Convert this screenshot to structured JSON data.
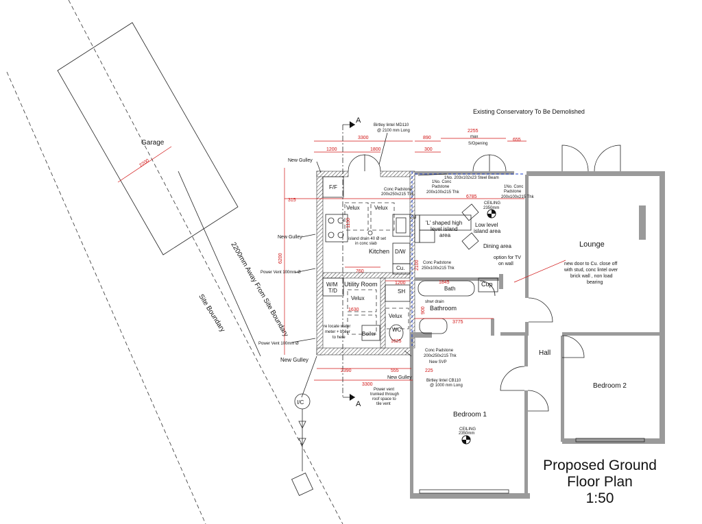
{
  "rooms": {
    "garage": "Garage",
    "kitchen": "Kitchen",
    "utility": "Utility Room",
    "bath": "Bath",
    "bathroom": "Bathroom",
    "boiler": "Boiler",
    "wc": "WC",
    "lounge": "Lounge",
    "hall": "Hall",
    "bedroom1": "Bedroom 1",
    "bedroom2": "Bedroom 2",
    "ff": "F/F",
    "dw": "D/W",
    "cu1": "Cu",
    "cu2": "Cu.",
    "cup": "Cup",
    "wm": "W/M",
    "td": "T/D",
    "sh": "SH",
    "dining": "Dining area"
  },
  "labels": {
    "existing_conservatory": "Existing Conservatory To Be Demolished",
    "lintel_top_1": "Birtley lintel MD110",
    "lintel_top_2": "@ 2100 mm Long",
    "max_1": "max",
    "max_2": "S/Opening",
    "steel_beam": "1No. 203x102x23 Steel Beam",
    "padstone_a_1": "1No. Conc",
    "padstone_a_2": "Padstone",
    "padstone_a_3": "200x100x215 Thk",
    "padstone_b_1": "1No. Conc",
    "padstone_b_2": "Padstone",
    "padstone_b_3": "200x100x215 Thk",
    "padstone_c_1": "Conc Padstone",
    "padstone_c_2": "200x250x215 Thk",
    "padstone_d_1": "Conc Padstone",
    "padstone_d_2": "250x100x215 Thk",
    "padstone_e_1": "Conc Padstone",
    "padstone_e_2": "200x250x215 Thk",
    "ceiling_1": "CEILING",
    "ceiling_1_val": "2350mm",
    "ceiling_2": "CEILING",
    "ceiling_2_val": "2350mm",
    "island_1": "'L' shaped high",
    "island_2": "level island",
    "island_3": "area",
    "low_1": "Low level",
    "low_2": "island area",
    "tv_1": "option for TV",
    "tv_2": "on wall",
    "newdoor_1": "new door to Cu. close off",
    "newdoor_2": "with stud, conc lintel over",
    "newdoor_3": "brick wall , non load",
    "newdoor_4": "bearing",
    "drain_1": "island drain 40 Ø set",
    "drain_2": "in conc slab",
    "velux": "Velux",
    "new_gulley": "New Gulley",
    "power_vent": "Power Vent 100mm Ø",
    "relocate_1": "re locate water",
    "relocate_2": "meter + boiler",
    "relocate_3": "to here",
    "shwr_drain": "shwr drain",
    "new_svp": "New SVP",
    "lintel_bot_1": "Birtley lintel CB110",
    "lintel_bot_2": "@ 1000 mm Long",
    "trunked_1": "Power vent",
    "trunked_2": "trunked through",
    "trunked_3": "roof space to",
    "trunked_4": "tile vent",
    "site_boundary": "Site Boundary",
    "away": "2200mm Away From Site Boundary",
    "ic": "I/C",
    "section_a": "A"
  },
  "dims": {
    "d3300_top": "3300",
    "d1200": "1200",
    "d1800": "1800",
    "d890": "890",
    "d300": "300",
    "d2255": "2255",
    "d655": "655",
    "d315": "315",
    "d6785": "6785",
    "d6200": "6200",
    "d1130": "1130",
    "d760": "760",
    "d1200b": "1200",
    "d1845": "1845",
    "d1630": "1630",
    "d3775": "3775",
    "d1625": "1625",
    "d2390": "2390",
    "d555": "555",
    "d225": "225",
    "d3300_bot": "3300",
    "d2200": "2200",
    "d900": "900",
    "d2100": "2100"
  },
  "title": {
    "line1": "Proposed Ground",
    "line2": "Floor Plan",
    "line3": "1:50"
  }
}
